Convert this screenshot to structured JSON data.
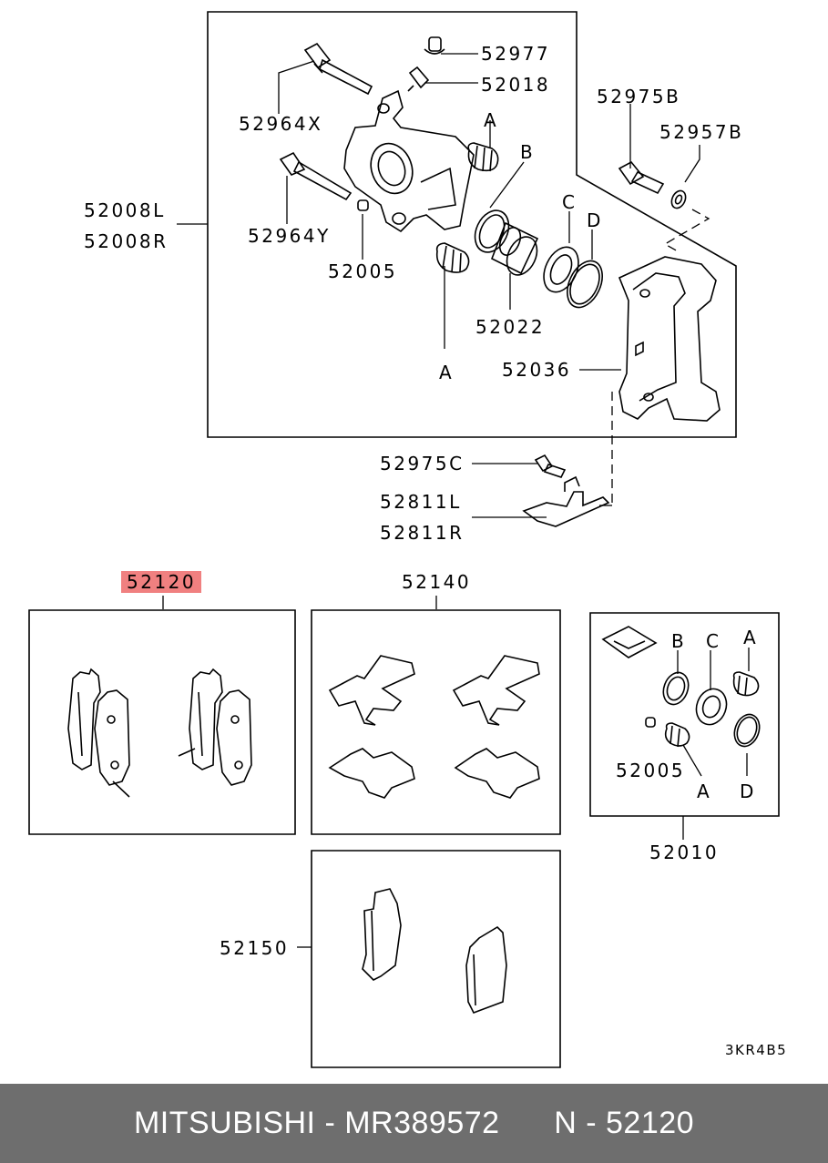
{
  "diagram": {
    "callouts": {
      "p52977": "52977",
      "p52018": "52018",
      "p52964x": "52964X",
      "p52975b": "52975B",
      "p52957b": "52957B",
      "p52008l": "52008L",
      "p52008r": "52008R",
      "p52964y": "52964Y",
      "p52005_top": "52005",
      "p52022": "52022",
      "p52036": "52036",
      "p52975c": "52975C",
      "p52811l": "52811L",
      "p52811r": "52811R",
      "p52120": "52120",
      "p52140": "52140",
      "p52005_kit": "52005",
      "p52010": "52010",
      "p52150": "52150"
    },
    "letters": {
      "a_top": "A",
      "b_top": "B",
      "c_top": "C",
      "d_top": "D",
      "a_bottom": "A",
      "b_kit": "B",
      "c_kit": "C",
      "a_kit_top": "A",
      "a_kit_bottom": "A",
      "d_kit": "D"
    },
    "drawing_code": "3KR4B5",
    "highlighted_part": "52120",
    "highlight_color": "#f08080"
  },
  "footer": {
    "text": "MITSUBISHI - MR389572      N - 52120",
    "background": "#6e6e6e"
  }
}
